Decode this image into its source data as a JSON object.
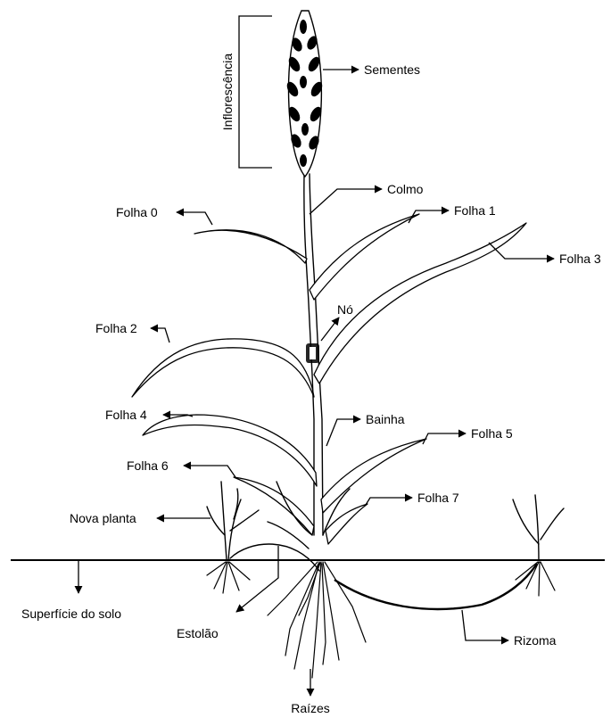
{
  "diagram": {
    "inflorescence_label": "Inflorescência",
    "labels": {
      "sementes": "Sementes",
      "colmo": "Colmo",
      "folha0": "Folha 0",
      "folha1": "Folha 1",
      "folha3": "Folha 3",
      "no": "Nó",
      "folha2": "Folha 2",
      "folha4": "Folha 4",
      "bainha": "Bainha",
      "folha5": "Folha 5",
      "folha6": "Folha 6",
      "folha7": "Folha 7",
      "nova_planta": "Nova planta",
      "superficie": "Superfície do solo",
      "estolao": "Estolão",
      "rizoma": "Rizoma",
      "raizes": "Raízes"
    },
    "colors": {
      "line": "#000000",
      "background": "#ffffff"
    }
  }
}
